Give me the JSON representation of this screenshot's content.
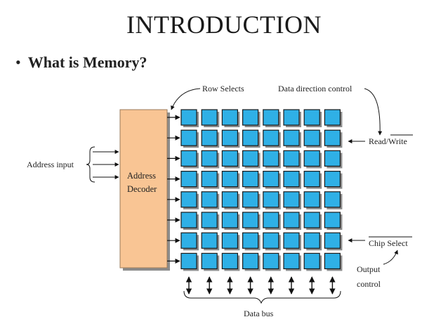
{
  "slide": {
    "title": "INTRODUCTION",
    "bullet": "What is Memory?"
  },
  "diagram": {
    "labels": {
      "row_selects": "Row Selects",
      "data_direction_control": "Data direction control",
      "read_write_read": "Read/",
      "read_write_write": "Write",
      "address_input": "Address input",
      "address_decoder_line1": "Address",
      "address_decoder_line2": "Decoder",
      "chip_select": "Chip Select",
      "output_control_line1": "Output",
      "output_control_line2": "control",
      "data_bus": "Data bus"
    },
    "grid": {
      "rows": 8,
      "columns": 8
    },
    "address_input_lines": 3,
    "colors": {
      "cell_fill": "#2fb0e6",
      "cell_border": "#1a1a1a",
      "decoder_fill": "#f9c594",
      "decoder_border": "#9a7a5a",
      "shadow": "#8c8c8c",
      "line": "#111111"
    }
  }
}
